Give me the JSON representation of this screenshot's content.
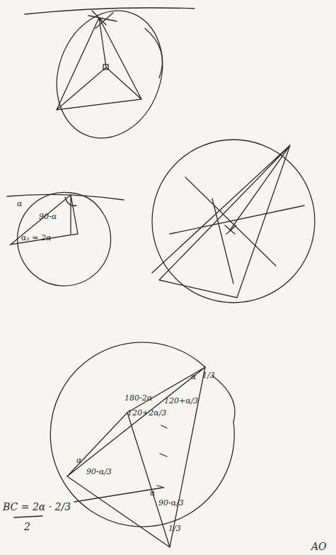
{
  "diagram": {
    "labels": [
      "α",
      "90-α",
      "α₁ = 2α",
      "α",
      "1/3",
      "180-2α",
      "120+α/3",
      "120+2α/3",
      "α",
      "90-α/3",
      "α",
      "90-α/3",
      "1/3",
      "BC = 2α · 2/3",
      "2",
      "AO"
    ]
  }
}
